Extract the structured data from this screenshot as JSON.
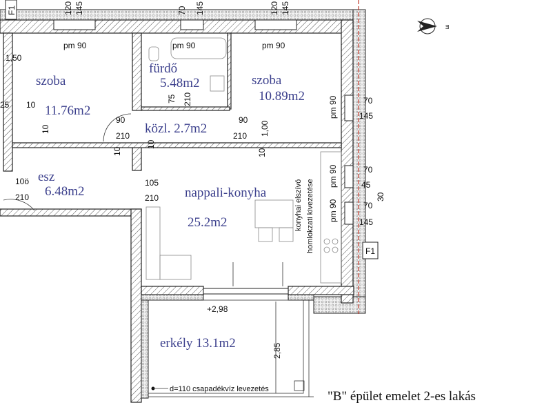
{
  "title": "\"B\" épület emelet 2-es lakás",
  "rooms": {
    "szoba1": {
      "name": "szoba",
      "area": "11.76m2"
    },
    "furdo": {
      "name": "fürdő",
      "area": "5.48m2"
    },
    "szoba2": {
      "name": "szoba",
      "area": "10.89m2"
    },
    "kozl": {
      "label": "közl. 2.7m2"
    },
    "esz": {
      "name": "esz",
      "area": "6.48m2"
    },
    "nappali": {
      "name": "nappali-konyha",
      "area": "25.2m2"
    },
    "erkely": {
      "label": "erkély 13.1m2"
    }
  },
  "dims": {
    "pm90": "pm 90",
    "w120": "120",
    "w145": "145",
    "w70": "70",
    "d150": "1,50",
    "d25": "25",
    "d10": "10",
    "d90": "90",
    "d210": "210",
    "d100": "1,00",
    "d75": "75",
    "d105": "105",
    "d108": "10ö",
    "d45": "45",
    "d30": "30",
    "d298": "+2,98",
    "d285": "2,85"
  },
  "markers": {
    "f1": "F1"
  },
  "notes": {
    "hood1": "konyhai elszívó",
    "hood2": "homlokzati kivezetése",
    "drain": "d=110 csapadékvíz levezetés"
  },
  "colors": {
    "room_text": "#3b3f8c",
    "axis_red": "#c0392b"
  }
}
